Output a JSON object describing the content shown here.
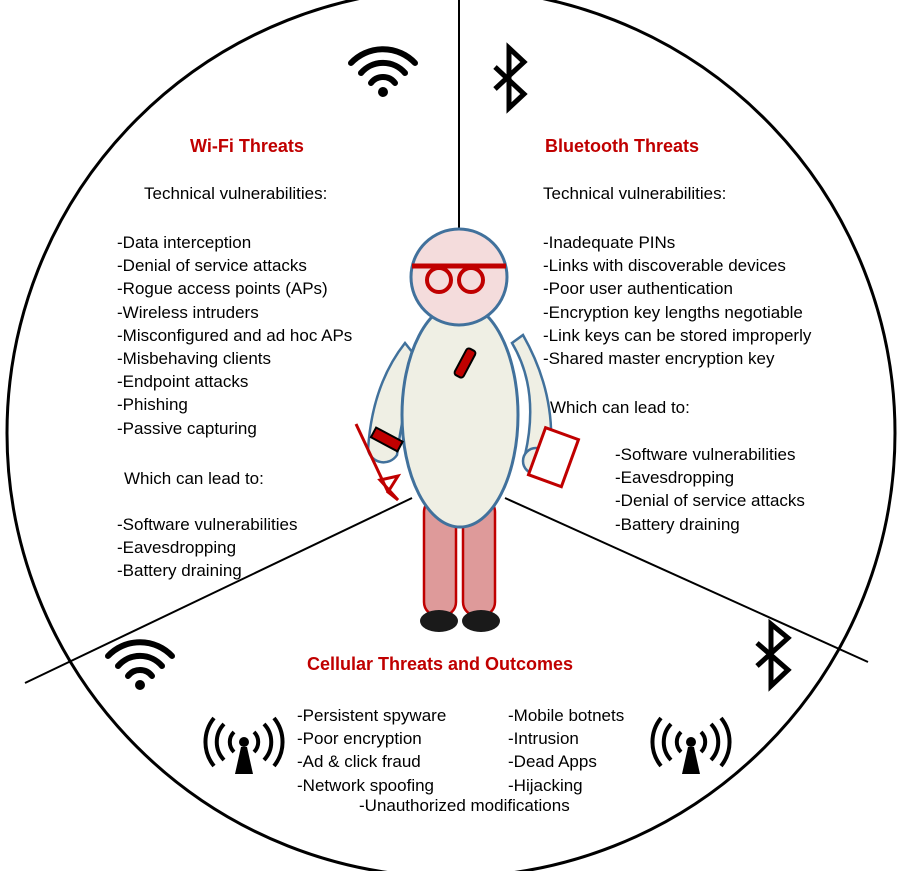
{
  "wifi": {
    "title": "Wi-Fi Threats",
    "subtitle": "Technical vulnerabilities:",
    "vulnerabilities": [
      "-Data interception",
      "-Denial of service attacks",
      "-Rogue access points (APs)",
      "-Wireless intruders",
      "-Misconfigured and ad hoc APs",
      "-Misbehaving clients",
      "-Endpoint attacks",
      "-Phishing",
      "-Passive capturing"
    ],
    "lead_label": "Which can lead to:",
    "outcomes": [
      "-Software vulnerabilities",
      "-Eavesdropping",
      "-Battery draining"
    ]
  },
  "bluetooth": {
    "title": "Bluetooth Threats",
    "subtitle": "Technical vulnerabilities:",
    "vulnerabilities": [
      "-Inadequate PINs",
      "-Links with discoverable devices",
      "-Poor user authentication",
      "-Encryption key lengths negotiable",
      "-Link keys can be stored improperly",
      "-Shared master encryption key"
    ],
    "lead_label": "Which can lead to:",
    "outcomes": [
      "-Software vulnerabilities",
      "-Eavesdropping",
      "-Denial of service attacks",
      "-Battery draining"
    ]
  },
  "cellular": {
    "title": "Cellular Threats and Outcomes",
    "left_items": [
      "-Persistent spyware",
      "-Poor encryption",
      "-Ad & click fraud",
      "-Network spoofing"
    ],
    "right_items": [
      "-Mobile botnets",
      "-Intrusion",
      "-Dead Apps",
      "-Hijacking"
    ],
    "bottom_item": "-Unauthorized modifications"
  },
  "icons": [
    "wifi-icon",
    "bluetooth-icon",
    "cell-tower-icon"
  ],
  "colors": {
    "heading": "#c00000",
    "figure_outline": "#41719c",
    "body_fill": "#efefe4",
    "head_fill": "#f4dcdc",
    "legs_fill": "#de9a9a",
    "accent_red": "#c00000"
  }
}
